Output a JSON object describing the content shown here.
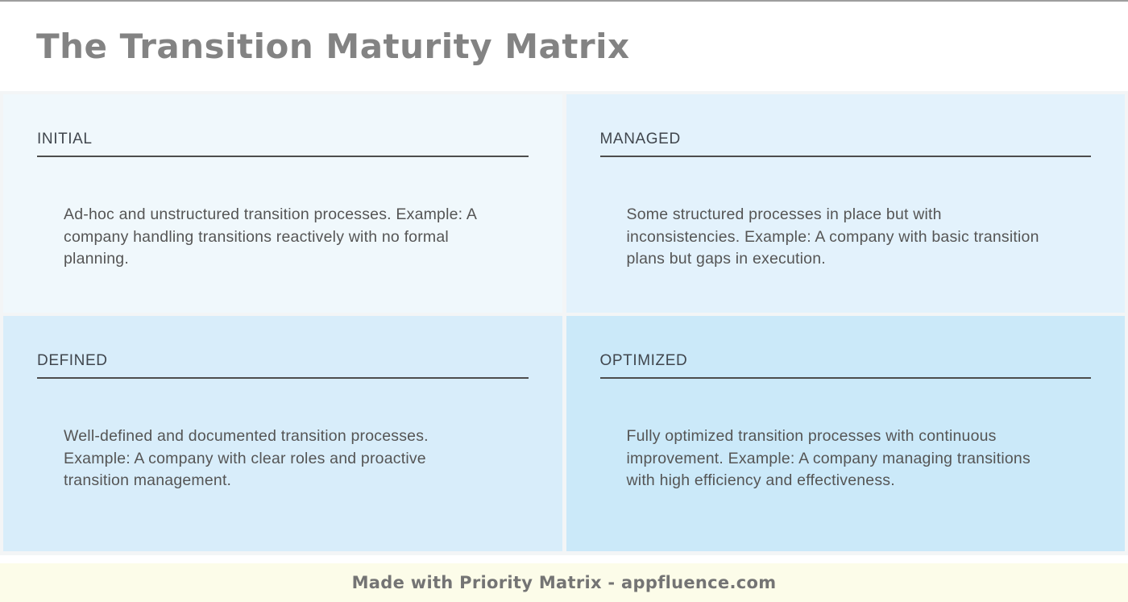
{
  "header": {
    "title": "The Transition Maturity Matrix"
  },
  "quadrants": [
    {
      "id": "initial",
      "label": "INITIAL",
      "description": "Ad-hoc and unstructured transition processes. Example: A company handling transitions reactively with no formal planning.",
      "bg": "#f0f8fc"
    },
    {
      "id": "managed",
      "label": "MANAGED",
      "description": "Some structured processes in place but with inconsistencies. Example: A company with basic transition plans but gaps in execution.",
      "bg": "#e3f2fc"
    },
    {
      "id": "defined",
      "label": "DEFINED",
      "description": "Well-defined and documented transition processes. Example: A company with clear roles and proactive transition management.",
      "bg": "#d8edfa"
    },
    {
      "id": "optimized",
      "label": "OPTIMIZED",
      "description": "Fully optimized transition processes with continuous improvement. Example: A company managing transitions with high efficiency and effectiveness.",
      "bg": "#cbe9f9"
    }
  ],
  "footer": {
    "text": "Made with Priority Matrix - appfluence.com",
    "bg": "#fcfce9"
  },
  "colors": {
    "title_text": "#838383",
    "heading_text": "#40464d",
    "body_text": "#555555",
    "rule": "#4d4d4d",
    "grid_background": "#f3f5f6",
    "top_border": "#9e9e9e"
  }
}
